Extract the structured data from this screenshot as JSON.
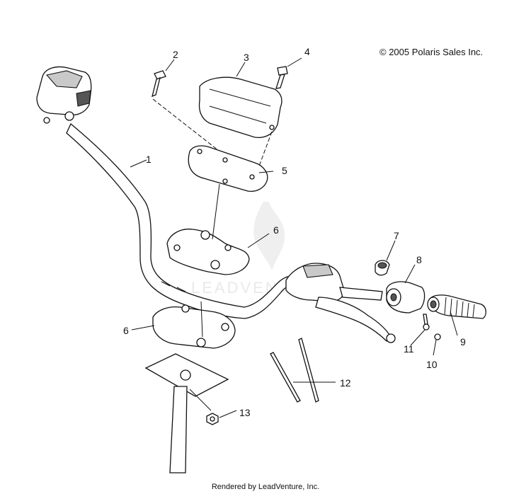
{
  "copyright": "© 2005 Polaris Sales Inc.",
  "footer": "Rendered by LeadVenture, Inc.",
  "watermark": "LEADVENTURE",
  "callouts": {
    "c1": "1",
    "c2": "2",
    "c3": "3",
    "c4": "4",
    "c5": "5",
    "c6a": "6",
    "c6b": "6",
    "c7": "7",
    "c8": "8",
    "c9": "9",
    "c10": "10",
    "c11": "11",
    "c12": "12",
    "c13": "13"
  }
}
